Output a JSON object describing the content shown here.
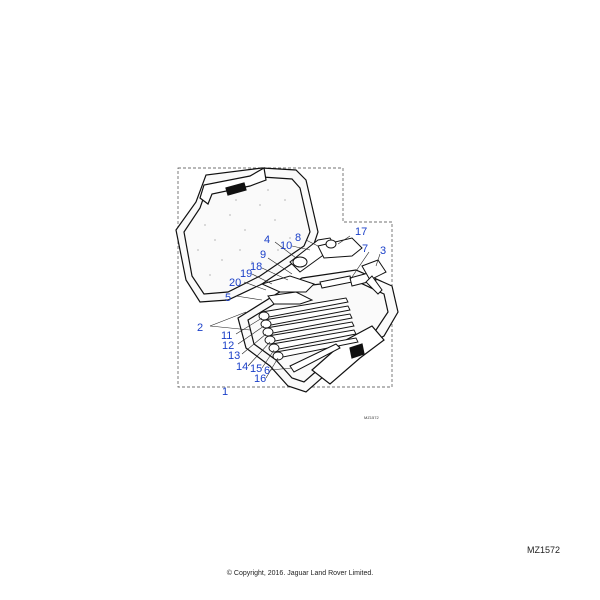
{
  "diagram": {
    "callouts": [
      {
        "id": "c17",
        "text": "17"
      },
      {
        "id": "c8",
        "text": "8"
      },
      {
        "id": "c4",
        "text": "4"
      },
      {
        "id": "c10",
        "text": "10"
      },
      {
        "id": "c7",
        "text": "7"
      },
      {
        "id": "c3",
        "text": "3"
      },
      {
        "id": "c9",
        "text": "9"
      },
      {
        "id": "c18",
        "text": "18"
      },
      {
        "id": "c19",
        "text": "19"
      },
      {
        "id": "c20",
        "text": "20"
      },
      {
        "id": "c5",
        "text": "5"
      },
      {
        "id": "c2",
        "text": "2"
      },
      {
        "id": "c11",
        "text": "11"
      },
      {
        "id": "c12",
        "text": "12"
      },
      {
        "id": "c13",
        "text": "13"
      },
      {
        "id": "c14",
        "text": "14"
      },
      {
        "id": "c15",
        "text": "15"
      },
      {
        "id": "c6",
        "text": "6"
      },
      {
        "id": "c16",
        "text": "16"
      },
      {
        "id": "c1",
        "text": "1"
      }
    ],
    "small_reference": "MZ1572"
  },
  "footer": {
    "reference_code": "MZ1572",
    "copyright": "© Copyright, 2016. Jaguar Land Rover Limited."
  }
}
